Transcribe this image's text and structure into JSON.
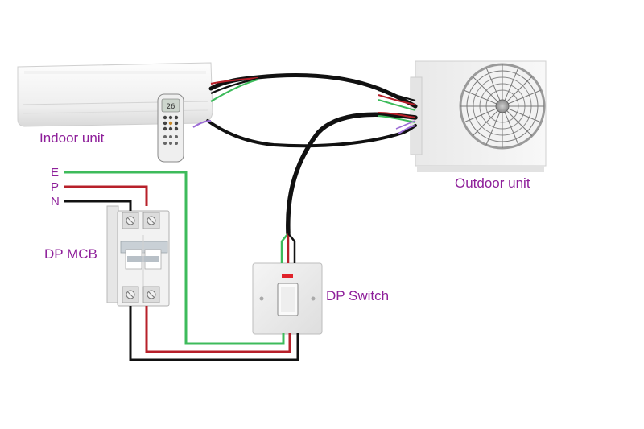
{
  "labels": {
    "indoor_unit": "Indoor unit",
    "outdoor_unit": "Outdoor unit",
    "dp_mcb": "DP MCB",
    "dp_switch": "DP Switch",
    "earth": "E",
    "phase": "P",
    "neutral": "N"
  },
  "remote": {
    "display": "26"
  },
  "colors": {
    "label": "#8e1f9a",
    "earth_wire": "#3dbb5b",
    "phase_wire": "#b7202a",
    "neutral_wire": "#111111",
    "control_wire": "#9c6cd6",
    "cable": "#111111"
  }
}
